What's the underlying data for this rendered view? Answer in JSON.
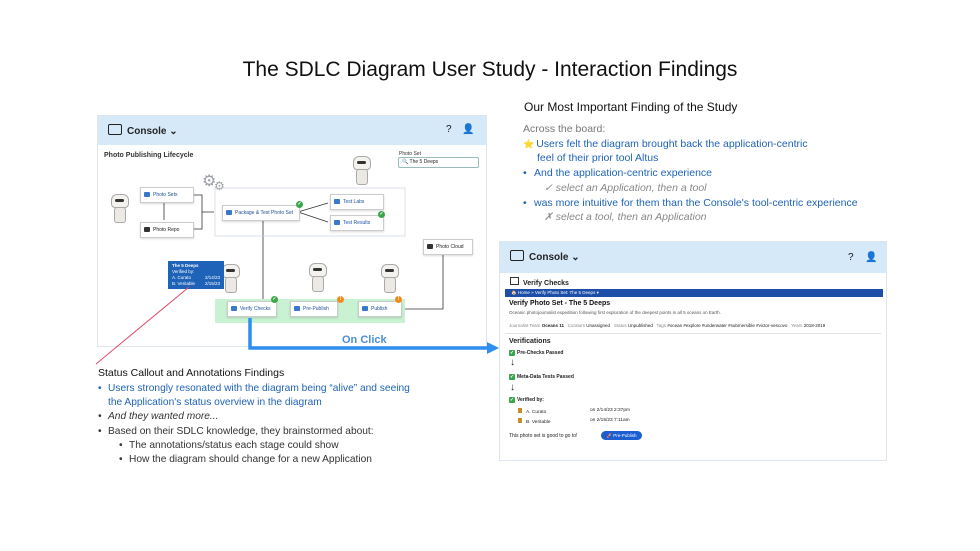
{
  "title": "The SDLC Diagram User Study - Interaction Findings",
  "main_finding": {
    "heading": "Our Most Important Finding of the Study",
    "intro": "Across the board:",
    "items": [
      {
        "star": "⭐",
        "line1": "Users felt the diagram brought back the application-centric",
        "line2": "feel of their prior tool Altus"
      },
      {
        "line1": "And the application-centric experience",
        "sub": "✓ select an Application, then a tool"
      },
      {
        "line1": "was more intuitive for them than the Console's tool-centric experience",
        "sub": "✗ select a tool, then an Application"
      }
    ]
  },
  "diagram_shot": {
    "console": "Console ⌄",
    "help_icon": "?",
    "user_icon": "👤",
    "lifecycle": "Photo Publishing Lifecycle",
    "photo_set_label": "Photo Set",
    "photo_set_value": "🔍 The 5 Deeps",
    "nodes": {
      "photo_sets": "Photo Sets",
      "photo_repo": "Photo Repo",
      "package": "Package & Test Photo Set",
      "test_labs": "Test Labs",
      "test_results": "Test Results",
      "photo_cloud": "Photo Cloud",
      "verify_checks": "Verify Checks",
      "pre_publish": "Pre-Publish",
      "publish": "Publish"
    },
    "callout": {
      "title": "The 5 Deeps",
      "verified_by": "Verified by:",
      "r1_name": "A. Curato",
      "r1_date": "2/14/23",
      "r2_name": "B. Veritable",
      "r2_date": "2/15/23"
    }
  },
  "on_click": "On Click",
  "status_findings": {
    "heading": "Status Callout and Annotations Findings",
    "b1": "Users strongly resonated with the diagram being “alive” and seeing the Application's status overview in the diagram",
    "b2": "And they wanted more...",
    "b3": "Based on their SDLC knowledge, they brainstormed about:",
    "s1": "The annotations/status each stage could show",
    "s2": "How the diagram should change for a new Application"
  },
  "verify_shot": {
    "console": "Console ⌄",
    "help_icon": "?",
    "user_icon": "👤",
    "page_title": "Verify Checks",
    "breadcrumb": "🏠 Home  »  Verify Photo Set: The 5 Deeps  ▾",
    "heading": "Verify Photo Set - The 5 Deeps",
    "description": "Oceanic photojournalist expedition following first exploration of the deepest points in all 5 oceans on Earth.",
    "meta": {
      "team_k": "Journalist Team",
      "team_v": "Oceans 11",
      "curators_k": "Curators",
      "curators_v": "Unassigned",
      "status_k": "Status",
      "status_v": "Unpublished",
      "tags_k": "Tags",
      "tags_v": "#ocean #explore #underwater #submersible #victor-vescovo",
      "years_k": "Years",
      "years_v": "2018-2019"
    },
    "verifications": "Verifications",
    "step1": "Pre-Checks Passed",
    "step2": "Meta-Data Tests Passed",
    "step3": "Verified by:",
    "v1_name": "A. Curato",
    "v1_date": "on 2/14/23 2:37pm",
    "v2_name": "B. Veritable",
    "v2_date": "on 2/15/23 7:11am",
    "good_to_go": "This photo set is good to go to!",
    "pre_publish_btn": "🚀 Pre-Publish"
  },
  "colors": {
    "accent": "#1f63b8",
    "console_bar": "#d6e9f9",
    "arrow": "#2f8ff0",
    "success": "#3aa64a",
    "warning": "#f08a1a"
  }
}
